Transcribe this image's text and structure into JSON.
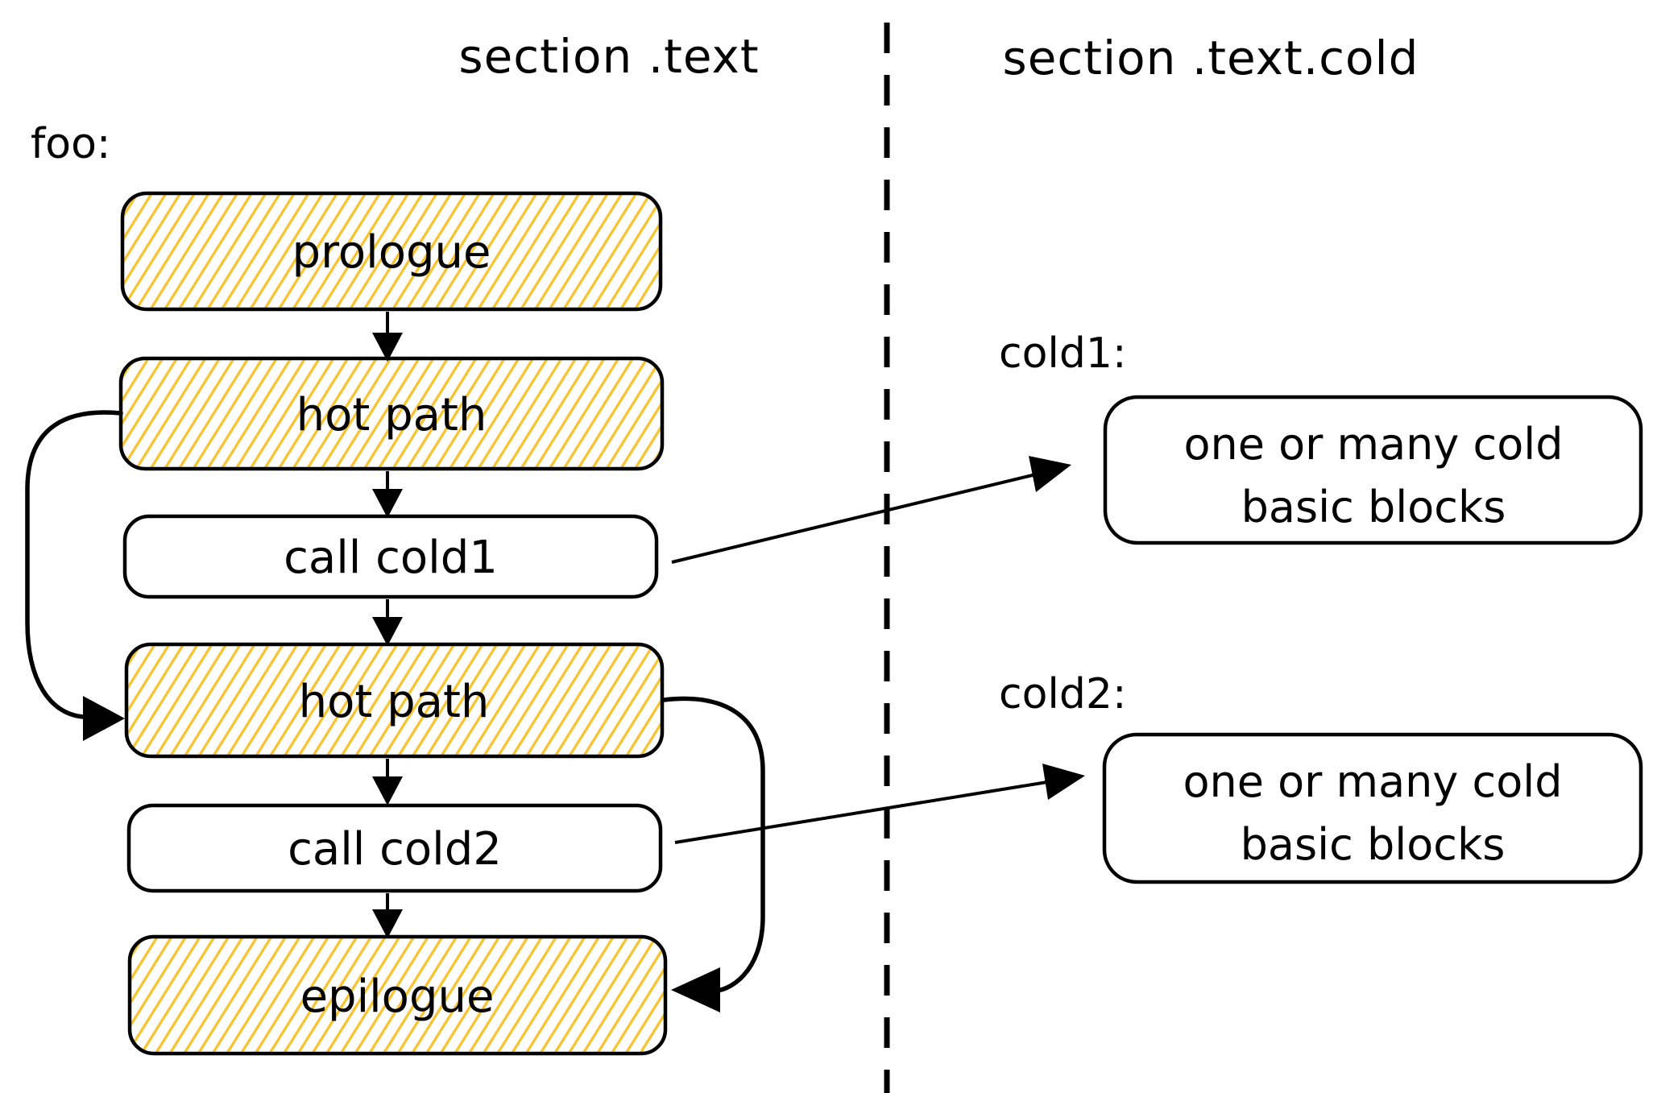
{
  "left_section": {
    "title": "section .text",
    "function_label": "foo:",
    "blocks": [
      {
        "label": "prologue",
        "fill": "hatched"
      },
      {
        "label": "hot path",
        "fill": "hatched"
      },
      {
        "label": "call cold1",
        "fill": "plain"
      },
      {
        "label": "hot path",
        "fill": "hatched"
      },
      {
        "label": "call cold2",
        "fill": "plain"
      },
      {
        "label": "epilogue",
        "fill": "hatched"
      }
    ]
  },
  "right_section": {
    "title": "section .text.cold",
    "cold1": {
      "label": "cold1:",
      "line1": "one or many cold",
      "line2": "basic blocks"
    },
    "cold2": {
      "label": "cold2:",
      "line1": "one or many cold",
      "line2": "basic blocks"
    }
  },
  "colors": {
    "hatch_yellow": "#F7C331",
    "stroke_black": "#000000",
    "background": "#FFFFFF"
  }
}
